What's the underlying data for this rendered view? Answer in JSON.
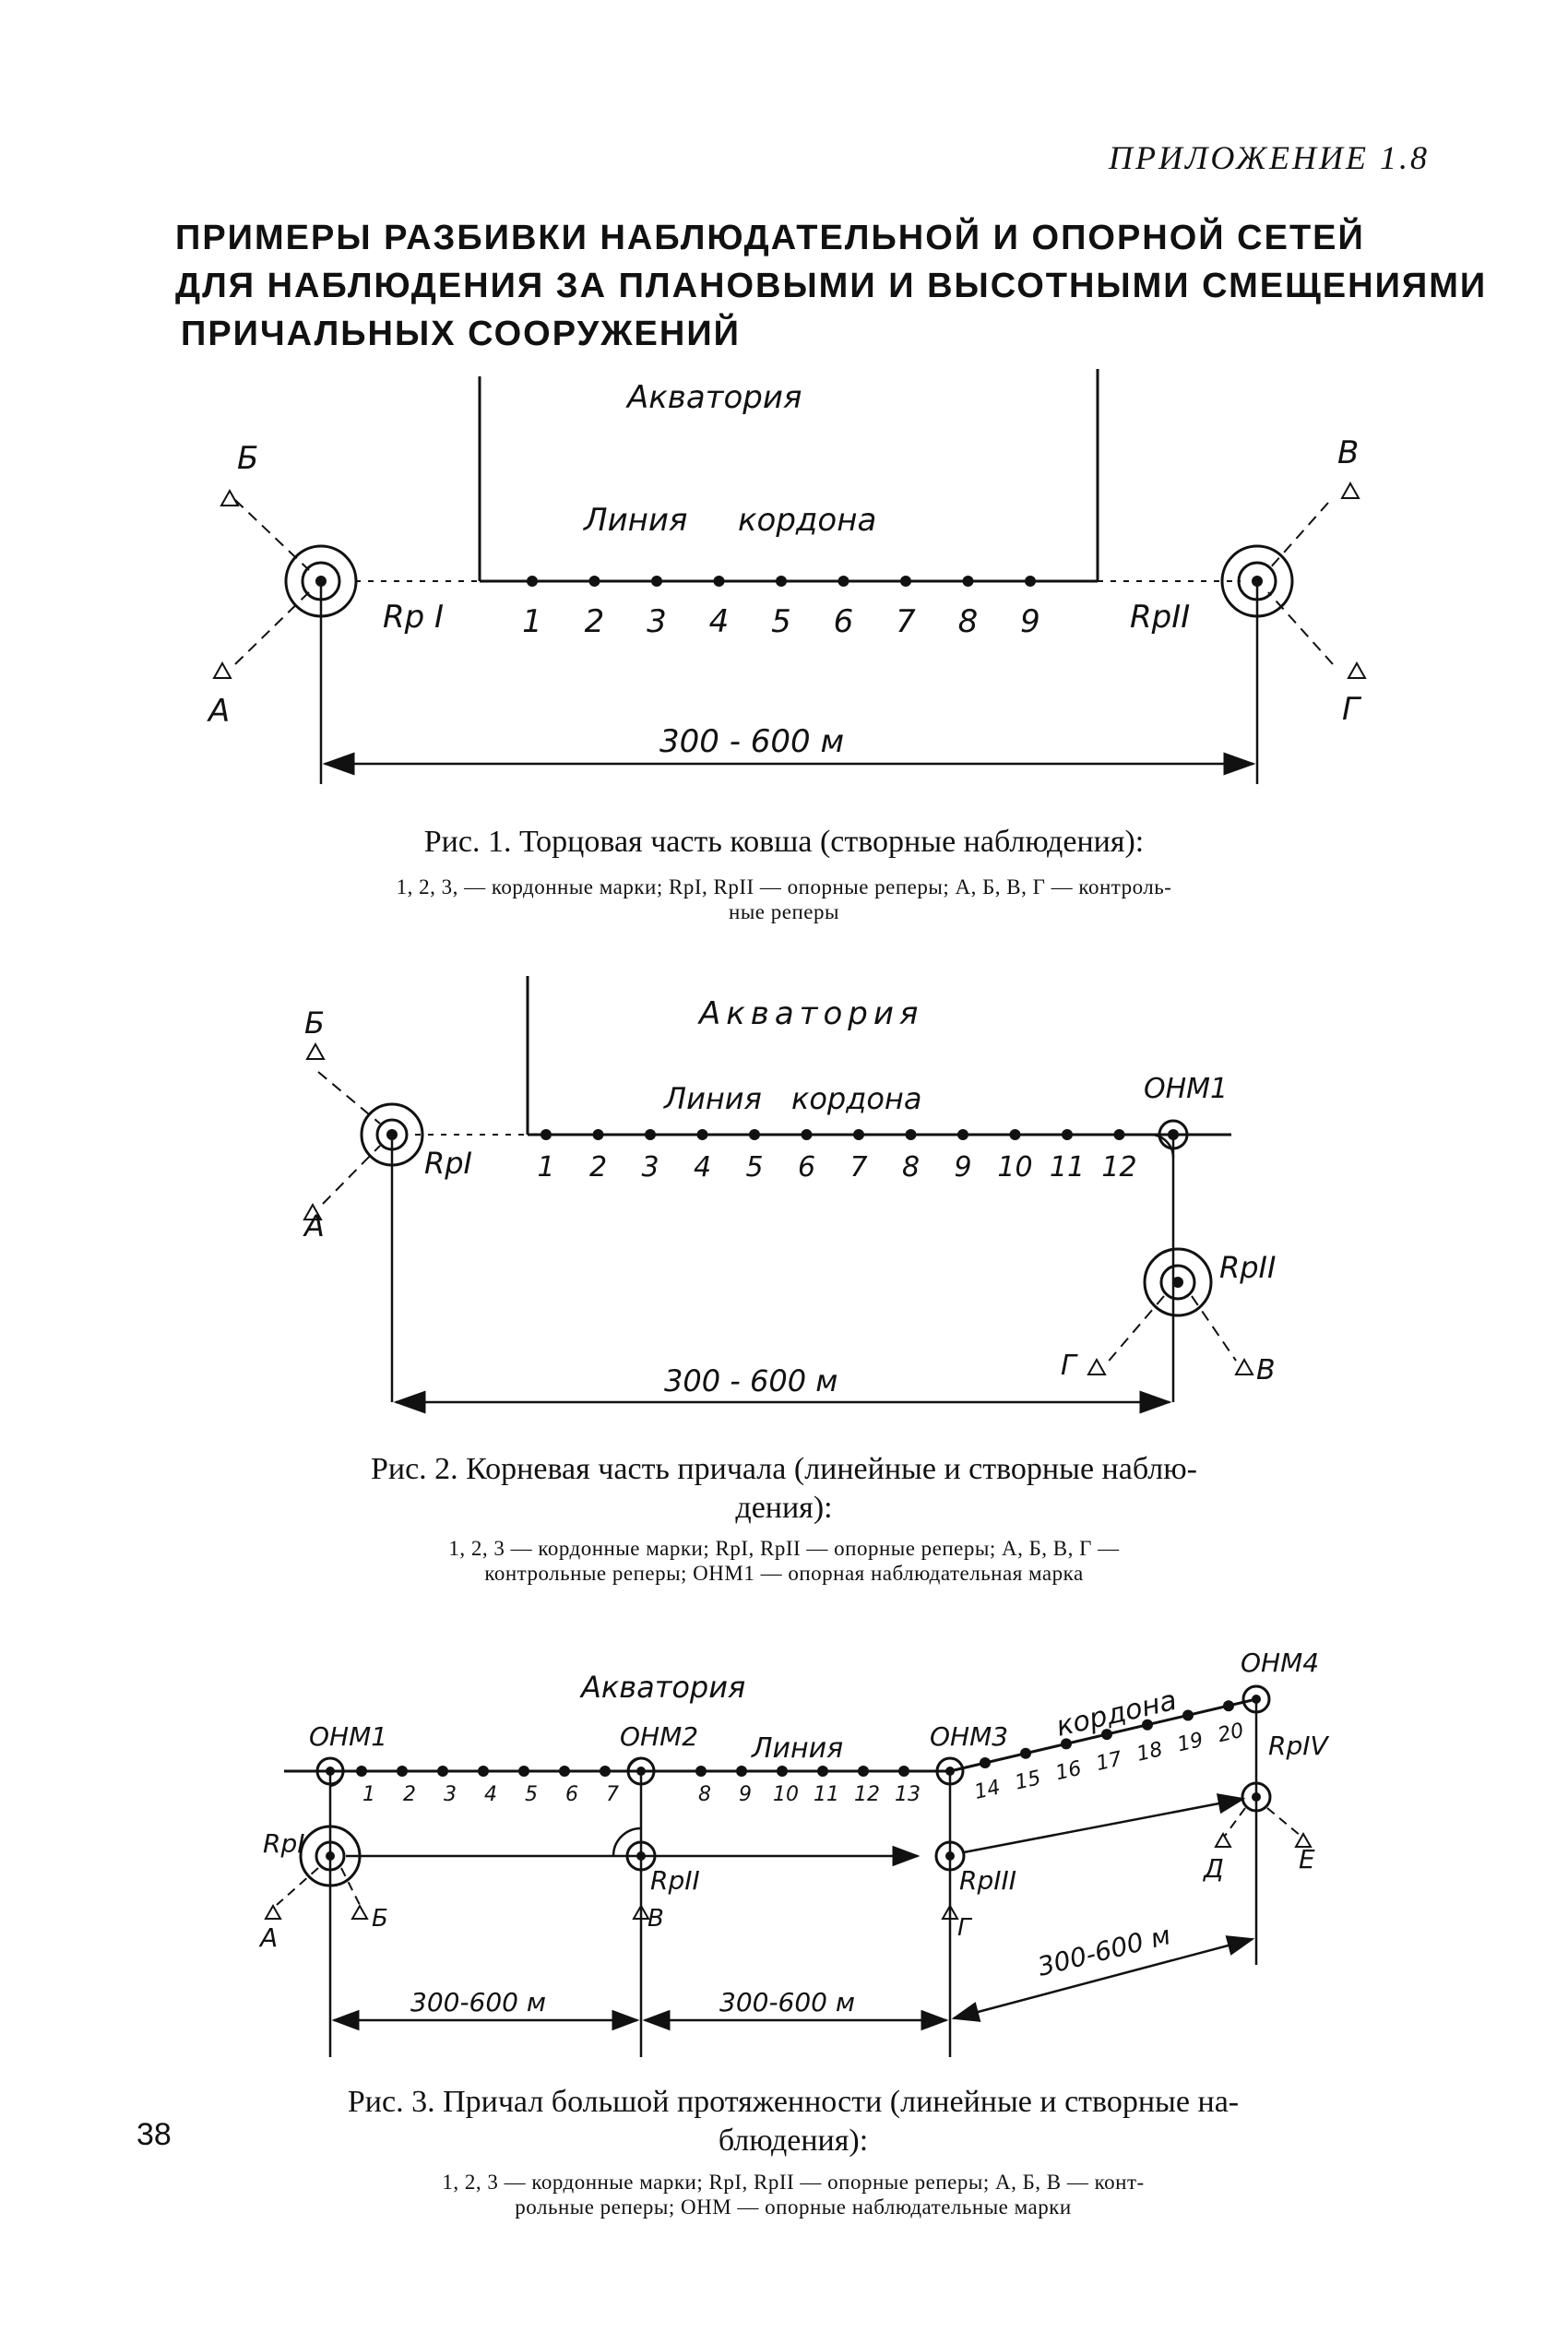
{
  "appendix": "ПРИЛОЖЕНИЕ 1.8",
  "heading": {
    "line1": "ПРИМЕРЫ РАЗБИВКИ НАБЛЮДАТЕЛЬНОЙ И ОПОРНОЙ СЕТЕЙ",
    "line2": "ДЛЯ НАБЛЮДЕНИЯ ЗА ПЛАНОВЫМИ И ВЫСОТНЫМИ СМЕЩЕНИЯМИ",
    "line3": "ПРИЧАЛЬНЫХ СООРУЖЕНИЙ"
  },
  "fig1": {
    "water_label": "Акватория",
    "line_label": "Линия",
    "cordon_label": "кордона",
    "marks": [
      "1",
      "2",
      "3",
      "4",
      "5",
      "6",
      "7",
      "8",
      "9"
    ],
    "rp1": "Rp I",
    "rp2": "RpII",
    "ctrl_a": "А",
    "ctrl_b": "Б",
    "ctrl_v": "В",
    "ctrl_g": "Г",
    "distance": "300 - 600 м",
    "caption": "Рис. 1. Торцовая часть ковша (створные наблюдения):",
    "legend_line1": "1, 2, 3, — кордонные марки; RpI, RpII — опорные реперы; А, Б, В, Г — контроль-",
    "legend_line2": "ные реперы"
  },
  "fig2": {
    "water_label": "Акватория",
    "line_label": "Линия",
    "cordon_label": "кордона",
    "marks": [
      "1",
      "2",
      "3",
      "4",
      "5",
      "6",
      "7",
      "8",
      "9",
      "10",
      "11",
      "12"
    ],
    "rp1": "RpI",
    "rp2": "RpII",
    "ohm1": "ОНМ1",
    "ctrl_a": "А",
    "ctrl_b": "Б",
    "ctrl_v": "В",
    "ctrl_g": "Г",
    "distance": "300 - 600 м",
    "caption_line1": "Рис. 2. Корневая часть причала (линейные и створные наблю-",
    "caption_line2": "дения):",
    "legend_line1": "1, 2, 3 — кордонные марки; RpI, RpII — опорные реперы; А, Б, В, Г —",
    "legend_line2": "контрольные реперы; ОНМ1 — опорная наблюдательная марка"
  },
  "fig3": {
    "water_label": "Акватория",
    "line_label": "Линия",
    "cordon_label": "кордона",
    "ohm1": "ОНМ1",
    "ohm2": "ОНМ2",
    "ohm3": "ОНМ3",
    "ohm4": "ОНМ4",
    "marks_a": [
      "1",
      "2",
      "3",
      "4",
      "5",
      "6",
      "7"
    ],
    "marks_b": [
      "8",
      "9",
      "10",
      "11",
      "12",
      "13"
    ],
    "marks_c": [
      "14",
      "15",
      "16",
      "17",
      "18",
      "19",
      "20"
    ],
    "rp1": "RpI",
    "rp2": "RpII",
    "rp3": "RpIII",
    "rp4": "RpIV",
    "ctrl_a": "А",
    "ctrl_b": "Б",
    "ctrl_v": "В",
    "ctrl_g": "Г",
    "ctrl_d": "Д",
    "ctrl_e": "Е",
    "dist1": "300-600 м",
    "dist2": "300-600 м",
    "dist3": "300-600 м",
    "caption_line1": "Рис. 3. Причал большой протяженности (линейные и створные на-",
    "caption_line2": "блюдения):",
    "legend_line1": "1, 2, 3 — кордонные марки; RpI, RpII — опорные реперы; А, Б, В — конт-",
    "legend_line2": "рольные реперы; ОНМ — опорные наблюдательные марки"
  },
  "page_number": "38"
}
